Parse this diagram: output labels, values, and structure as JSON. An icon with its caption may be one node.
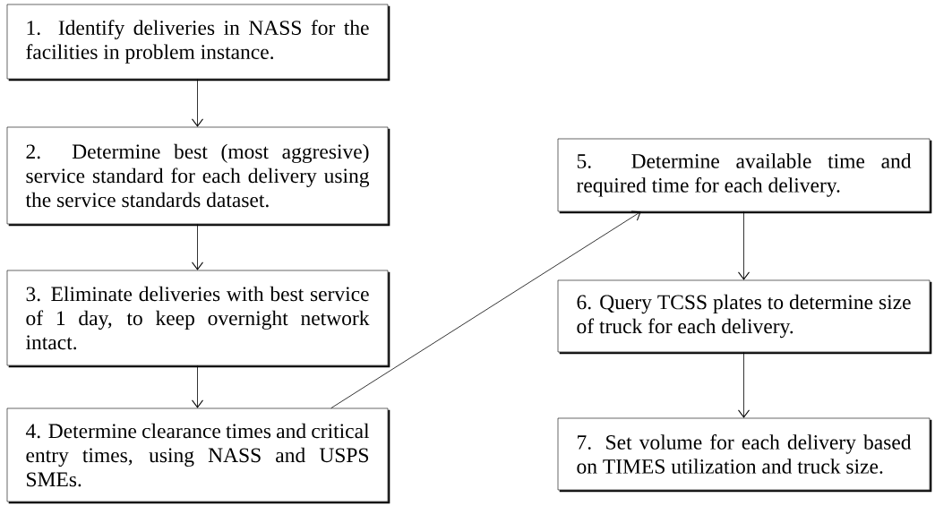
{
  "diagram": {
    "nodes": [
      {
        "text": [
          "1. Identify deliveries in NASS for the facilities in problem instance."
        ]
      },
      {
        "text": [
          "2. Determine best (most aggresive) service standard for each delivery using the service standards dataset."
        ]
      },
      {
        "text": [
          "3. Eliminate deliveries with best service of 1 day, to keep overnight network intact."
        ]
      },
      {
        "text": [
          "4. Determine clearance times and critical entry times, using NASS and USPS SMEs."
        ]
      },
      {
        "text": [
          "5. Determine available time and required time for each delivery."
        ]
      },
      {
        "text": [
          "6. Query TCSS plates to determine size of truck for each delivery."
        ]
      },
      {
        "text": [
          "7. Set volume for each delivery based on TIMES utilization and truck size."
        ]
      }
    ],
    "edges": [
      {
        "from": 0,
        "to": 1,
        "arrow": "to"
      },
      {
        "from": 1,
        "to": 2,
        "arrow": "to"
      },
      {
        "from": 2,
        "to": 3,
        "arrow": "to"
      },
      {
        "from": 3,
        "to": 4,
        "arrow": "to"
      },
      {
        "from": 4,
        "to": 5,
        "arrow": "to"
      },
      {
        "from": 5,
        "to": 6,
        "arrow": "to"
      }
    ]
  }
}
